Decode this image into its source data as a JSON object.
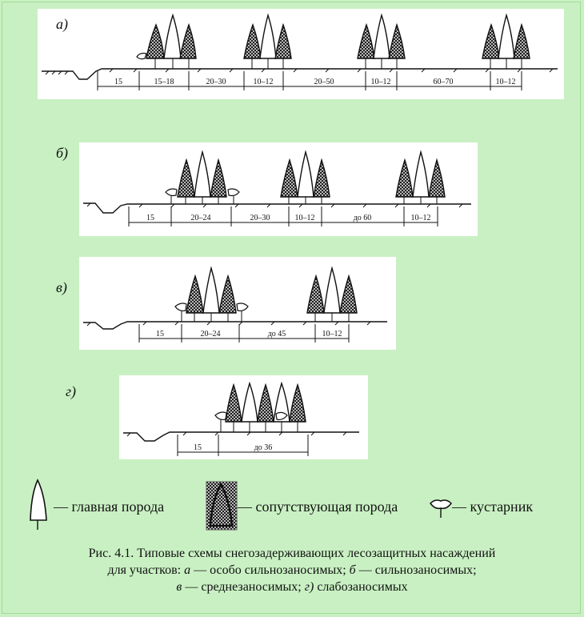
{
  "panels": [
    {
      "label": "а)",
      "dims": [
        "15",
        "15–18",
        "20–30",
        "10–12",
        "20–50",
        "10–12",
        "60–70",
        "10–12"
      ]
    },
    {
      "label": "б)",
      "dims": [
        "15",
        "20–24",
        "20–30",
        "10–12",
        "до 60",
        "10–12"
      ]
    },
    {
      "label": "в)",
      "dims": [
        "15",
        "20–24",
        "до 45",
        "10–12"
      ]
    },
    {
      "label": "г)",
      "dims": [
        "15",
        "до 36"
      ]
    }
  ],
  "legend": {
    "main": "— главная порода",
    "companion": "— сопутствующая порода",
    "shrub": "— кустарник"
  },
  "caption": {
    "line1": "Рис. 4.1. Типовые схемы снегозадерживающих лесозащитных насаждений",
    "line2_a": "для участков: ",
    "a_letter": "а",
    "a_text": " — особо сильнозаносимых; ",
    "b_letter": "б",
    "b_text": " — сильнозаносимых;",
    "v_letter": "в",
    "v_text": " — среднезаносимых; ",
    "g_letter": "г)",
    "g_text": " слабозаносимых"
  }
}
